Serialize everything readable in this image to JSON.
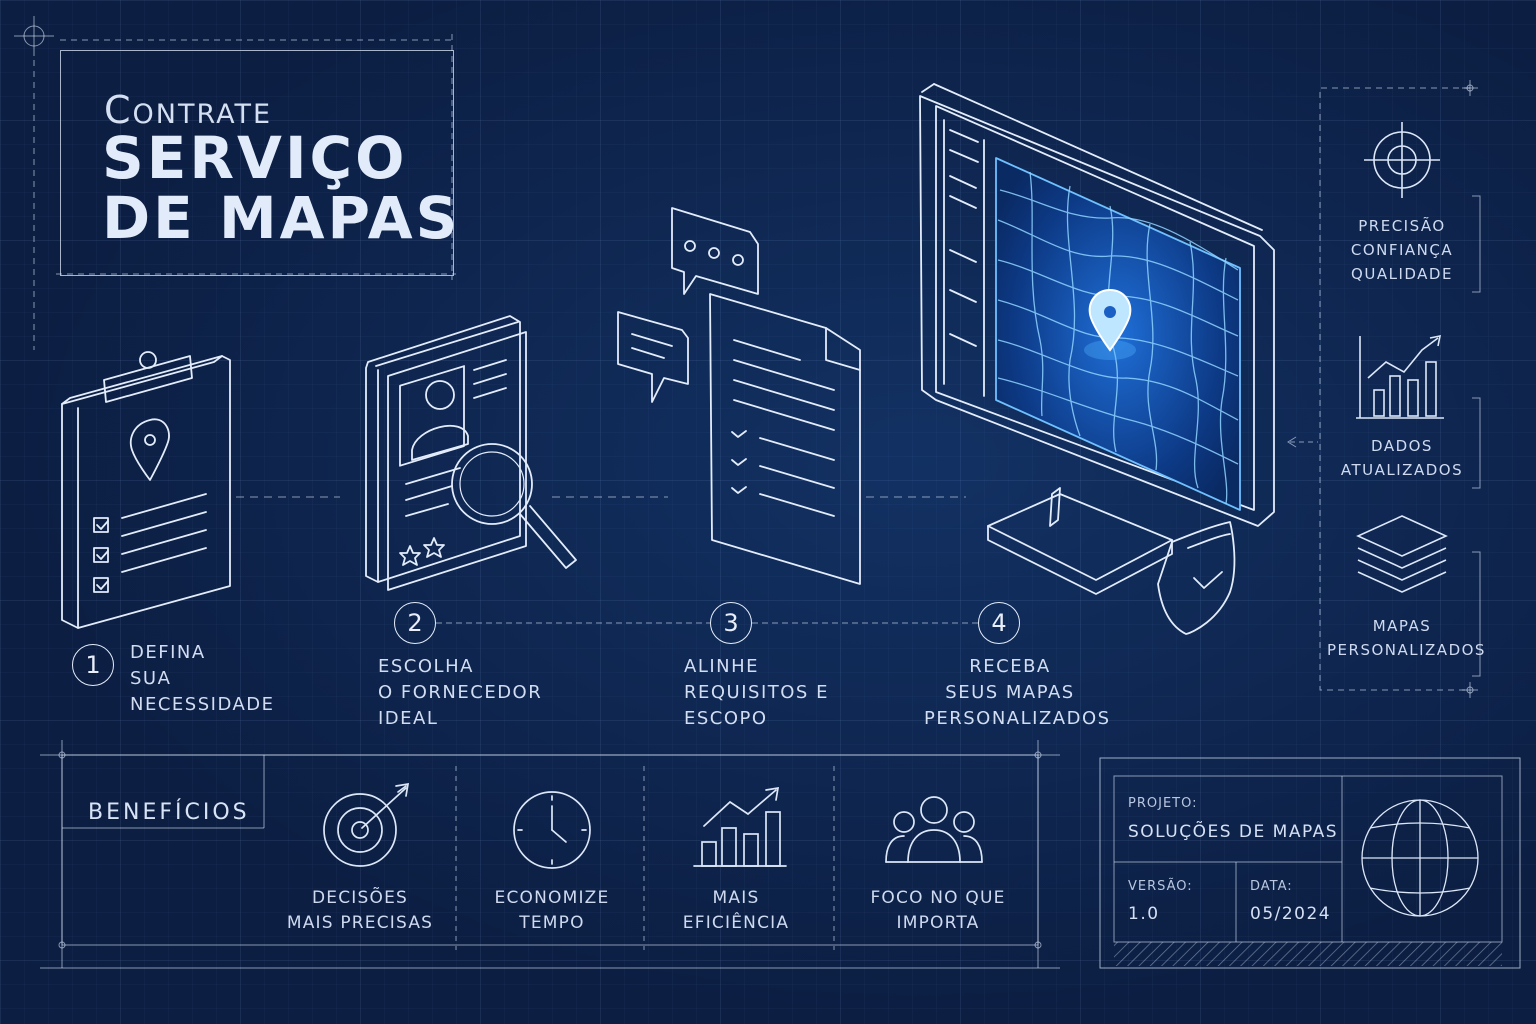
{
  "title": {
    "line1": "Contrate",
    "line2": "SERVIÇO",
    "line3": "DE MAPAS"
  },
  "steps": [
    {
      "number": "1",
      "label": "DEFINA\nSUA\nNECESSIDADE"
    },
    {
      "number": "2",
      "label": "ESCOLHA\nO FORNECEDOR\nIDEAL"
    },
    {
      "number": "3",
      "label": "ALINHE\nREQUISITOS E\nESCOPO"
    },
    {
      "number": "4",
      "label": "RECEBA\nSEUS MAPAS\nPERSONALIZADOS"
    }
  ],
  "side_panel": [
    {
      "icon": "crosshair-icon",
      "label": "PRECISÃO\nCONFIANÇA\nQUALIDADE"
    },
    {
      "icon": "growth-chart-icon",
      "label": "DADOS\nATUALIZADOS"
    },
    {
      "icon": "layers-icon",
      "label": "MAPAS\nPERSONALIZADOS"
    }
  ],
  "benefits": {
    "title": "BENEFÍCIOS",
    "items": [
      {
        "icon": "target-icon",
        "label": "DECISÕES\nMAIS PRECISAS"
      },
      {
        "icon": "clock-icon",
        "label": "ECONOMIZE\nTEMPO"
      },
      {
        "icon": "bar-chart-icon",
        "label": "MAIS\nEFICIÊNCIA"
      },
      {
        "icon": "people-icon",
        "label": "FOCO NO QUE\nIMPORTA"
      }
    ]
  },
  "title_block": {
    "project_label": "PROJETO:",
    "project_value": "SOLUÇÕES DE MAPAS",
    "version_label": "VERSÃO:",
    "version_value": "1.0",
    "date_label": "DATA:",
    "date_value": "05/2024"
  },
  "colors": {
    "background": "#0c1e42",
    "line": "#dce7f8",
    "accent_glow": "#3aa0ff"
  }
}
